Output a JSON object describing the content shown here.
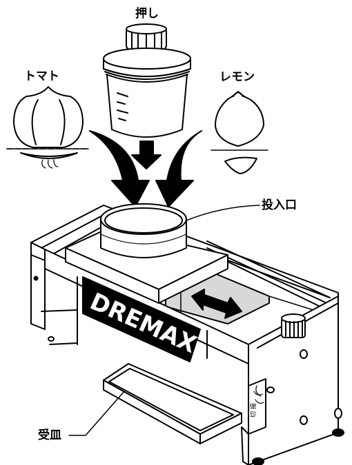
{
  "labels": {
    "press": "押し",
    "tomato": "トマト",
    "lemon": "レモン",
    "inlet": "投入口",
    "tray": "受皿",
    "brand": "DREMAX",
    "switch": "切 揚"
  },
  "colors": {
    "line": "#000000",
    "fill": "#ffffff",
    "shade": "#cfcfcf",
    "brand_bg": "#000000",
    "brand_text": "#ffffff"
  }
}
